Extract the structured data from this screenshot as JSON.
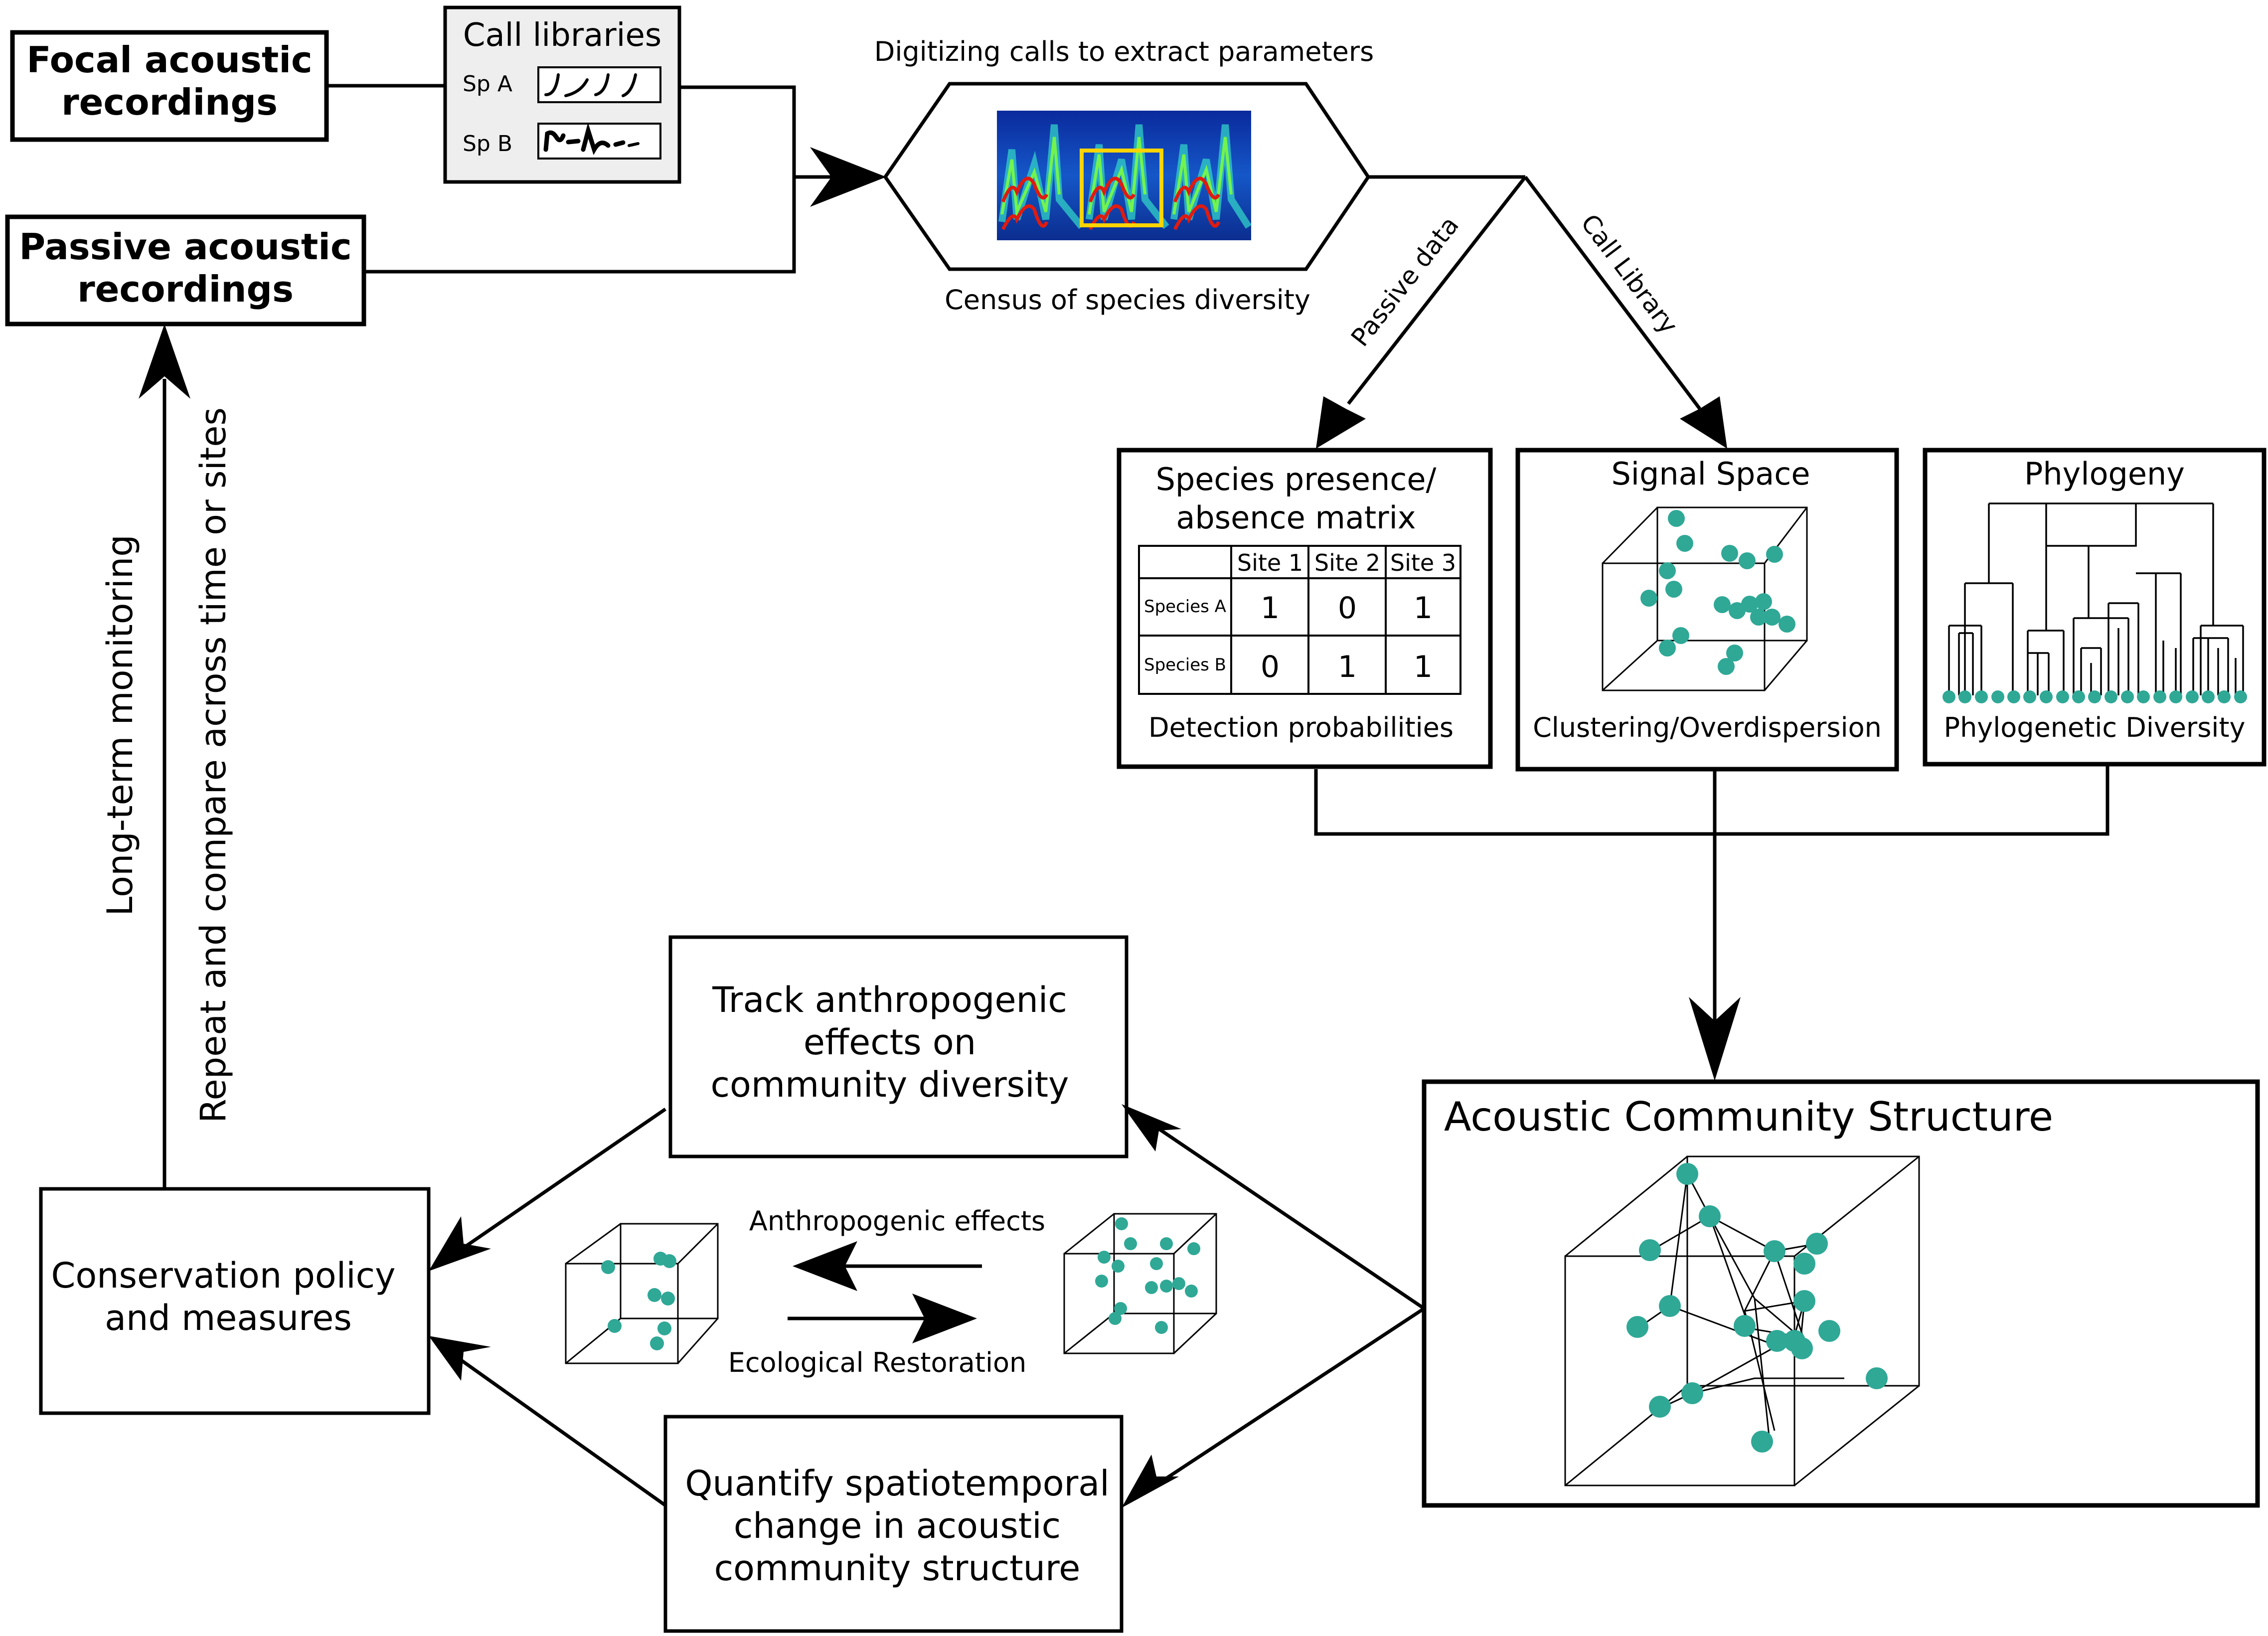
{
  "boxes": {
    "focal": [
      "Focal acoustic",
      "recordings"
    ],
    "passive": [
      "Passive acoustic",
      "recordings"
    ],
    "call_libraries": {
      "title": "Call libraries",
      "rows": [
        "Sp A",
        "Sp B"
      ]
    },
    "digitizing": {
      "top_label": "Digitizing calls to extract parameters",
      "bottom_label": "Census of species diversity"
    },
    "presence_matrix": {
      "title": [
        "Species presence/",
        "absence matrix"
      ],
      "columns": [
        "Site 1",
        "Site 2",
        "Site 3"
      ],
      "rows": [
        {
          "label": "Species A",
          "values": [
            "1",
            "0",
            "1"
          ]
        },
        {
          "label": "Species B",
          "values": [
            "0",
            "1",
            "1"
          ]
        }
      ],
      "caption": "Detection probabilities"
    },
    "signal_space": {
      "title": "Signal Space",
      "caption": "Clustering/Overdispersion"
    },
    "phylogeny": {
      "title": "Phylogeny",
      "caption": "Phylogenetic Diversity"
    },
    "acoustic_community": "Acoustic Community Structure",
    "track": [
      "Track anthropogenic",
      "effects on",
      "community diversity"
    ],
    "quantify": [
      "Quantify spatiotemporal",
      "change in acoustic",
      "community structure"
    ],
    "conservation": [
      "Conservation policy",
      "and measures"
    ]
  },
  "arrow_labels": {
    "passive_data": "Passive data",
    "call_library": "Call Library",
    "anthropogenic_effects": "Anthropogenic effects",
    "ecological_restoration": "Ecological Restoration",
    "long_term": "Long-term monitoring",
    "repeat": "Repeat and compare across time or sites"
  },
  "colors": {
    "dot": "#2fa896",
    "call_library_fill": "#eeeeee",
    "highlight_box": "#ffd400"
  }
}
